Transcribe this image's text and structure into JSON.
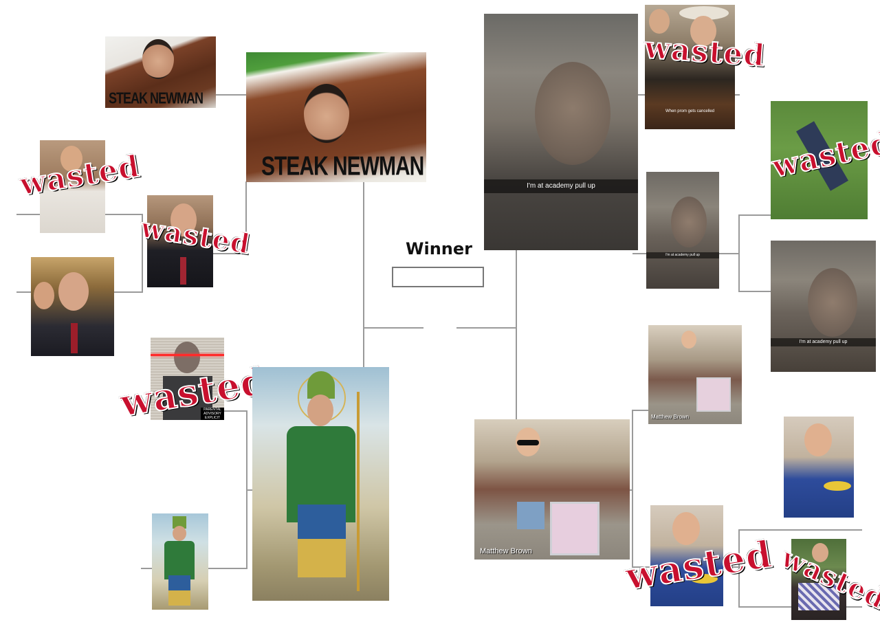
{
  "bracket": {
    "winner_label": "Winner",
    "winner_value": ""
  },
  "captions": {
    "steak_small": "STEAK NEWMAN",
    "steak_large": "STEAK NEWMAN",
    "snap_large": "I'm at academy pull up",
    "snap_small_top": "When prom gets cancelled",
    "snap_mid": "I'm at academy pull up",
    "snap_right": "I'm at academy pull up",
    "stroller_small": "Matthew Brown",
    "stroller_large": "Matthew Brown",
    "advisory": "PARENTAL ADVISORY EXPLICIT CONTENT"
  },
  "overlays": {
    "wasted": "wasted"
  },
  "colors": {
    "wasted_red": "#c8102e",
    "bracket_line": "#9a9a9a",
    "saint_green": "#2f7a3a",
    "steak_brown": "#6b3a22"
  }
}
